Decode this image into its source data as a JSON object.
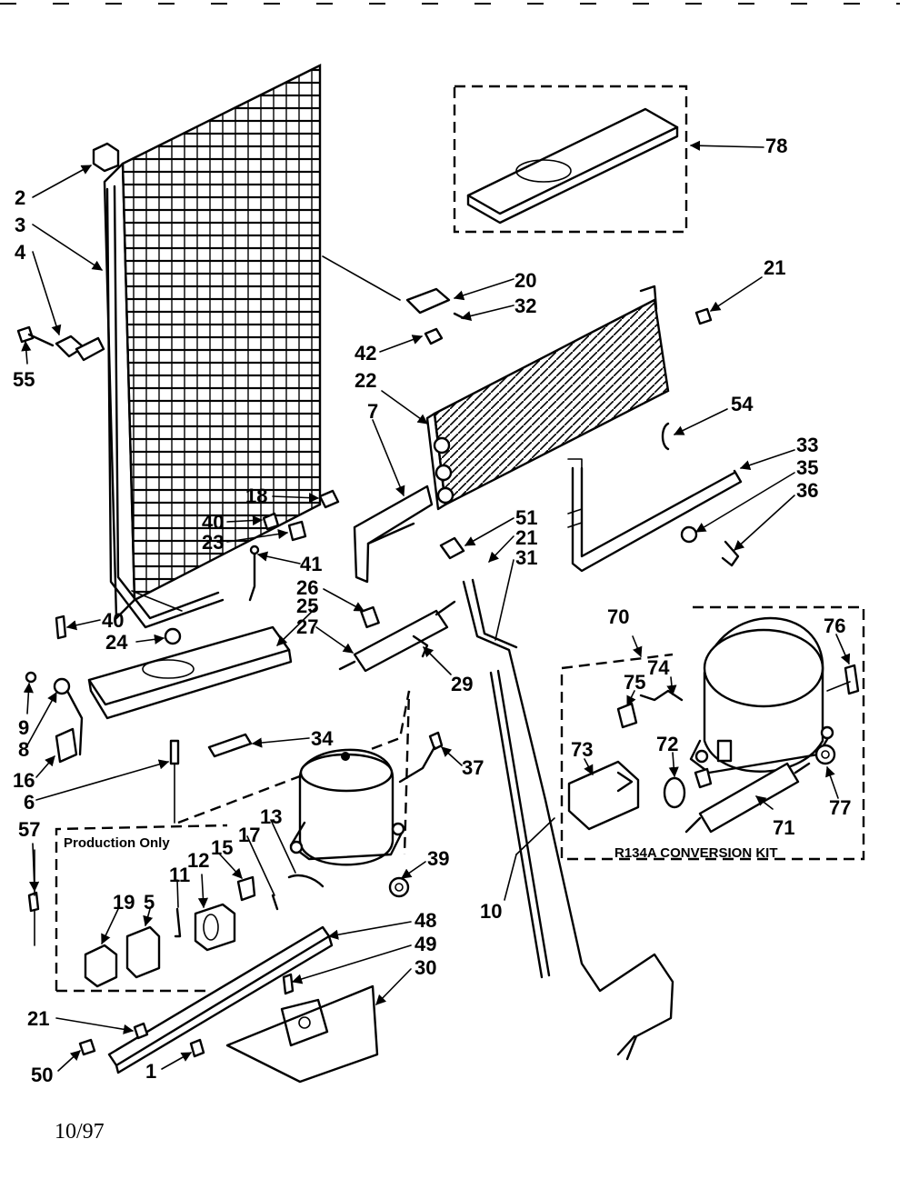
{
  "labels": {
    "l2": "2",
    "l3": "3",
    "l4": "4",
    "l55": "55",
    "l20": "20",
    "l32": "32",
    "l42": "42",
    "l22": "22",
    "l7": "7",
    "l21a": "21",
    "l54": "54",
    "l33": "33",
    "l35": "35",
    "l36": "36",
    "l78": "78",
    "l18": "18",
    "l40a": "40",
    "l23": "23",
    "l41": "41",
    "l51": "51",
    "l21b": "21",
    "l31": "31",
    "l26": "26",
    "l25": "25",
    "l27": "27",
    "l29": "29",
    "l40b": "40",
    "l24": "24",
    "l9": "9",
    "l8": "8",
    "l16": "16",
    "l6": "6",
    "l34": "34",
    "l37": "37",
    "l57": "57",
    "l13": "13",
    "l17": "17",
    "l15": "15",
    "l12": "12",
    "l11": "11",
    "l5": "5",
    "l19": "19",
    "l39": "39",
    "l48": "48",
    "l49": "49",
    "l30": "30",
    "l21c": "21",
    "l50": "50",
    "l1": "1",
    "l10": "10",
    "l70": "70",
    "l76": "76",
    "l74": "74",
    "l75": "75",
    "l73": "73",
    "l72": "72",
    "l77": "77",
    "l71": "71"
  },
  "boxes": {
    "production_only": "Production Only",
    "conversion_kit": "R134A CONVERSION KIT"
  },
  "footer": {
    "date": "10/97"
  }
}
